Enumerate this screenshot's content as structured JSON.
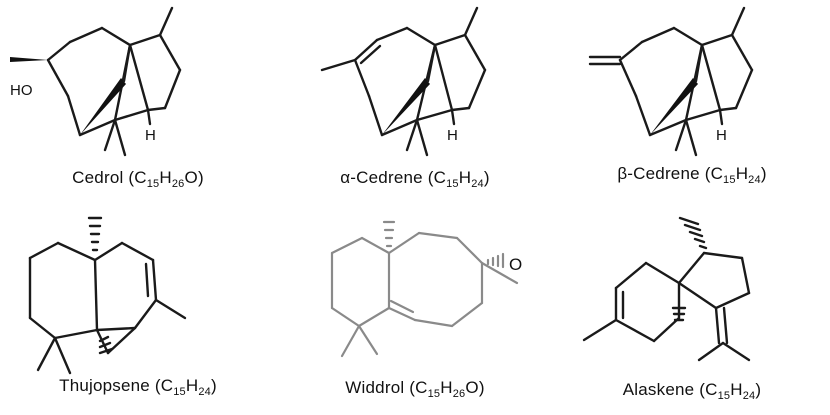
{
  "molecules": [
    {
      "name": "Cedrol",
      "formula": [
        {
          "t": "C",
          "s": "15"
        },
        {
          "t": "H",
          "s": "26"
        },
        {
          "t": "O",
          "s": ""
        }
      ],
      "atoms": [
        "HO",
        "H"
      ]
    },
    {
      "name": "α-Cedrene",
      "formula": [
        {
          "t": "C",
          "s": "15"
        },
        {
          "t": "H",
          "s": "24"
        }
      ],
      "atoms": [
        "H"
      ]
    },
    {
      "name": "β-Cedrene",
      "formula": [
        {
          "t": "C",
          "s": "15"
        },
        {
          "t": "H",
          "s": "24"
        }
      ],
      "atoms": [
        "H"
      ]
    },
    {
      "name": "Thujopsene",
      "formula": [
        {
          "t": "C",
          "s": "15"
        },
        {
          "t": "H",
          "s": "24"
        }
      ],
      "atoms": []
    },
    {
      "name": "Widdrol",
      "formula": [
        {
          "t": "C",
          "s": "15"
        },
        {
          "t": "H",
          "s": "26"
        },
        {
          "t": "O",
          "s": ""
        }
      ],
      "atoms": [
        "O"
      ]
    },
    {
      "name": "Alaskene",
      "formula": [
        {
          "t": "C",
          "s": "15"
        },
        {
          "t": "H",
          "s": "24"
        }
      ],
      "atoms": []
    }
  ],
  "colors": {
    "bond": "#1a1a1a",
    "faded_bond": "#8a8a8a",
    "text": "#111111"
  }
}
